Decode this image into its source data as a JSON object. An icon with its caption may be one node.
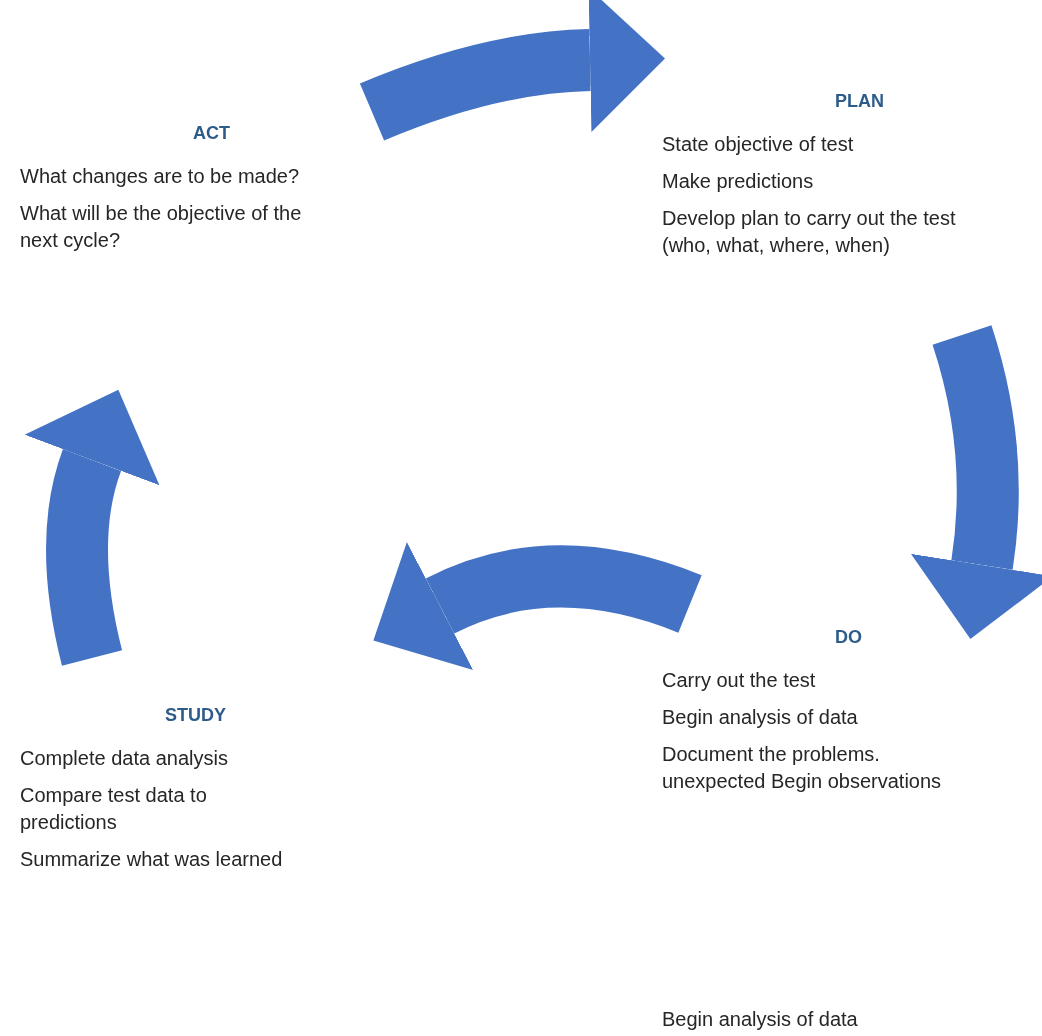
{
  "diagram": {
    "nodes": [
      {
        "text": [
          "PLAN",
          "State objective of test",
          "Make predictions",
          "Develop plan to carry out the test (who, what, where, when)"
        ]
      },
      {
        "text": [
          "DO",
          "Carry out the test",
          "Begin analysis of data",
          "Document the problems. unexpected Begin observations"
        ]
      },
      {
        "text": [
          "STUDY",
          "Complete data analysis",
          "Compare test data to predictions",
          "Summarize what was learned"
        ]
      },
      {
        "text": [
          "ACT",
          "What changes are to be made?",
          "What will be the objective of the next cycle?"
        ]
      }
    ],
    "edges": [
      {
        "from": 3,
        "to": 0,
        "arrow": "to"
      },
      {
        "from": 0,
        "to": 1,
        "arrow": "to"
      },
      {
        "from": 1,
        "to": 2,
        "arrow": "to"
      },
      {
        "from": 2,
        "to": 3,
        "arrow": "to"
      }
    ],
    "labels": [
      "Begin analysis of data"
    ]
  }
}
